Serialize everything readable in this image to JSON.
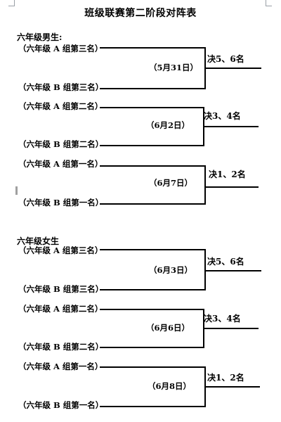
{
  "title": "班级联赛第二阶段对阵表",
  "boys": {
    "group_label": "六年级男生:",
    "matches": [
      {
        "team_a": "（六年级 A 组第三名）",
        "team_b": "（六年级 B 组第三名）",
        "date": "（5月31日）",
        "result": "决5、6名"
      },
      {
        "team_a": "（六年级 A 组第二名）",
        "team_b": "（六年级 B 组第二名）",
        "date": "（6月2日）",
        "result": "决3、4名"
      },
      {
        "team_a": "（六年级 A 组第一名）",
        "team_b": "（六年级 B 组第一名）",
        "date": "（6月7日）",
        "result": "决1、2名"
      }
    ]
  },
  "girls": {
    "group_label": "六年级女生",
    "matches": [
      {
        "team_a": "（六年级 A 组第三名）",
        "team_b": "（六年级 B 组第三名）",
        "date": "（6月3日）",
        "result": "决5、6名"
      },
      {
        "team_a": "（六年级 A 组第二名）",
        "team_b": "（六年级 B 组第二名）",
        "date": "（6月6日）",
        "result": "决3、4名"
      },
      {
        "team_a": "（六年级 A 组第一名）",
        "team_b": "（六年级 B 组第一名）",
        "date": "（6月8日）",
        "result": "决1、2名"
      }
    ]
  }
}
